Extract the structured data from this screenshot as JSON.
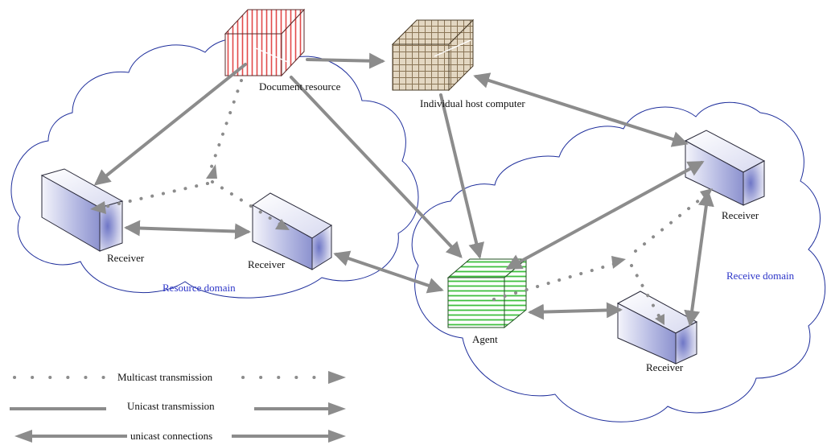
{
  "colors": {
    "arrow": "#8c8c8c",
    "cloud_stroke": "#1f2f9c",
    "domain_label": "#2b34c8",
    "resource_box": "#e24a4a",
    "host_box": "#9a8464",
    "agent_box": "#3fbf3f",
    "receiver_box": "#7f86c8"
  },
  "nodes": {
    "document_resource": "Document resource",
    "host": "Individual host computer",
    "agent": "Agent",
    "receiver_left_1": "Receiver",
    "receiver_left_2": "Receiver",
    "receiver_right_top": "Receiver",
    "receiver_right_bottom": "Receiver"
  },
  "domains": {
    "resource": "Resource domain",
    "receive": "Receive domain"
  },
  "legend": {
    "multicast": "Multicast transmission",
    "unicast": "Unicast transmission",
    "connections": "unicast connections"
  }
}
